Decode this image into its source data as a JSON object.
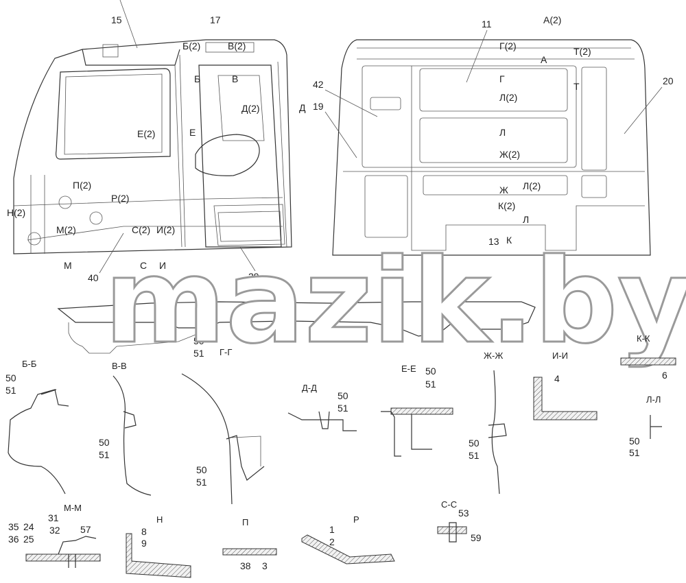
{
  "watermark": "mazik.by",
  "cab_side_labels": {
    "l15": "15",
    "l17": "17",
    "l42": "42",
    "l19": "19",
    "b2": "Б(2)",
    "v2": "В(2)",
    "b": "Б",
    "v": "В",
    "d2": "Д(2)",
    "d": "Д",
    "e2": "Е(2)",
    "e": "Е",
    "p2": "П(2)",
    "r2": "Р(2)",
    "n2": "Н(2)",
    "m2": "М(2)",
    "s2": "С(2)",
    "i2": "И(2)",
    "m": "М",
    "s": "С",
    "i": "И",
    "l40": "40",
    "l29": "29"
  },
  "cab_rear_labels": {
    "a2": "А(2)",
    "a": "А",
    "l11": "11",
    "g2": "Г(2)",
    "g": "Г",
    "t2": "Т(2)",
    "t": "Т",
    "l20": "20",
    "ld2": "Л(2)",
    "ld": "Л",
    "zh2": "Ж(2)",
    "zh": "Ж",
    "ld2b": "Л(2)",
    "k2": "К(2)",
    "ldc": "Л",
    "l13": "13",
    "k": "К"
  },
  "floor_labels": {
    "l50": "50",
    "l51": "51"
  },
  "sections": {
    "bb": {
      "title": "Б-Б",
      "a": "50",
      "b": "51"
    },
    "vv": {
      "title": "В-В",
      "a": "50",
      "b": "51"
    },
    "gg": {
      "title": "Г-Г",
      "a": "50",
      "b": "51"
    },
    "dd": {
      "title": "Д-Д",
      "a": "50",
      "b": "51"
    },
    "ee": {
      "title": "Е-Е",
      "a": "50",
      "b": "51"
    },
    "zhzh": {
      "title": "Ж-Ж",
      "a": "50",
      "b": "51"
    },
    "ii": {
      "title": "И-И",
      "a": "4"
    },
    "kk": {
      "title": "К-К",
      "a": "6"
    },
    "ll": {
      "title": "Л-Л",
      "a": "50",
      "b": "51"
    },
    "mm": {
      "title": "М-М",
      "a": "35",
      "b": "24",
      "c": "36",
      "d": "25",
      "e": "31",
      "f": "32",
      "g": "57"
    },
    "n": {
      "title": "Н",
      "a": "8",
      "b": "9"
    },
    "p": {
      "title": "П",
      "a": "38",
      "b": "3"
    },
    "r": {
      "title": "Р",
      "a": "1",
      "b": "2"
    },
    "ss": {
      "title": "С-С",
      "a": "53",
      "b": "59"
    }
  }
}
